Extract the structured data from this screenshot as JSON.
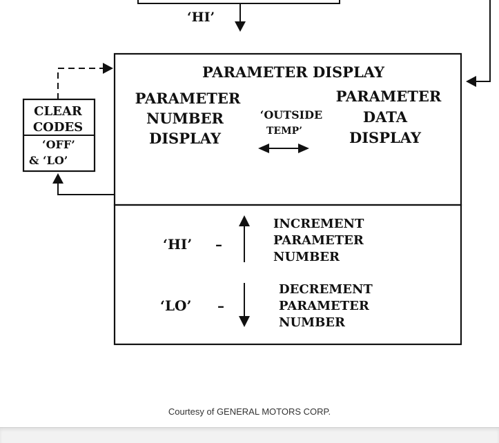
{
  "diagram": {
    "top_arrow_label": "‘HI’",
    "main_box": {
      "title": "PARAMETER DISPLAY",
      "left_lines": [
        "PARAMETER",
        "NUMBER",
        "DISPLAY"
      ],
      "center_lines": [
        "‘OUTSIDE",
        "TEMP’"
      ],
      "right_lines": [
        "PARAMETER",
        "DATA",
        "DISPLAY"
      ]
    },
    "side_box": {
      "top_lines": [
        "CLEAR",
        "CODES"
      ],
      "bottom_lines": [
        "‘OFF’",
        "& ‘LO’"
      ]
    },
    "lower_box": {
      "hi_label": "‘HI’",
      "hi_dash": "–",
      "hi_lines": [
        "INCREMENT",
        "PARAMETER",
        "NUMBER"
      ],
      "lo_label": "‘LO’",
      "lo_dash": "–",
      "lo_lines": [
        "DECREMENT",
        "PARAMETER",
        "NUMBER"
      ]
    }
  },
  "credit": "Courtesy of GENERAL MOTORS CORP."
}
